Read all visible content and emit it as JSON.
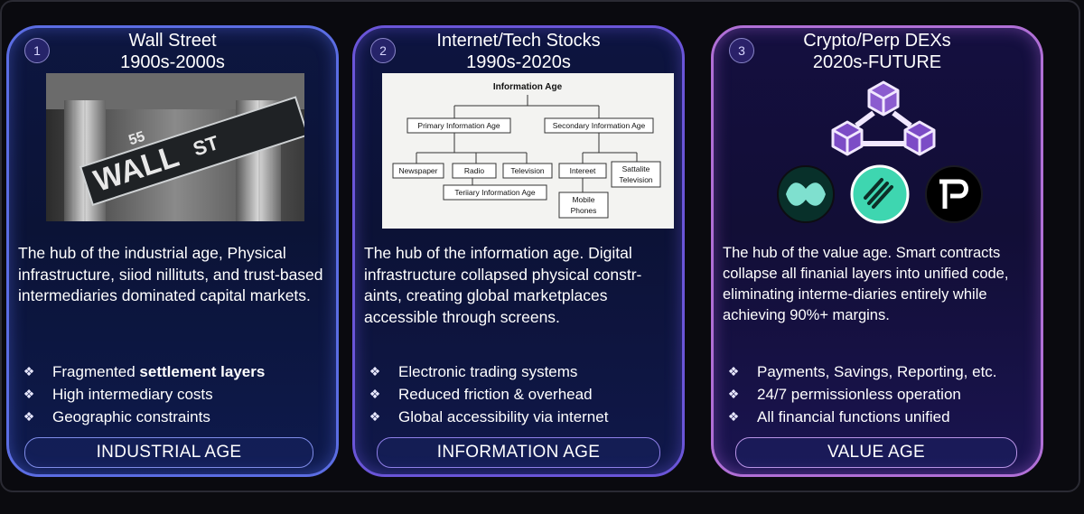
{
  "cards": [
    {
      "number": "1",
      "title_line1": "Wall Street",
      "title_line2": "1900s-2000s",
      "image_texts": [
        "WALL",
        "ST",
        "55"
      ],
      "description": "The hub of the industrial age, Physical infrastructure, siiod nillituts, and trust-based intermediaries dominated capital markets.",
      "bullets": [
        "Fragmented",
        "settlement layers",
        "High intermediary costs",
        "Geographic constraints"
      ],
      "label": "INDUSTRIAL AGE"
    },
    {
      "number": "2",
      "title_line1": "Internet/Tech Stocks",
      "title_line2": "1990s-2020s",
      "diagram": {
        "root": "Information Age",
        "primary": "Primary Information Age",
        "secondary": "Secondary Information Age",
        "newspaper": "Newspaper",
        "radio": "Radio",
        "television": "Television",
        "internet": "Intereet",
        "satellite1": "Sattalite",
        "satellite2": "Television",
        "tertiary": "Teriiary Information Age",
        "mobile1": "Mobile",
        "mobile2": "Phones"
      },
      "description": "The hub of the information age. Digital infrastructure collapsed physical constr-aints, creating global marketplaces accessible through screens.",
      "bullets": [
        "Electronic trading systems",
        "Reduced friction & overhead",
        "Global accessibility via internet"
      ],
      "label": "INFORMATION AGE"
    },
    {
      "number": "3",
      "title_line1": "Crypto/Perp DEXs",
      "title_line2": "2020s-FUTURE",
      "description": "The hub of the value age. Smart contracts collapse all finanial layers into unified code, eliminating interme-diaries entirely while achieving 90%+ margins.",
      "bullets": [
        "Payments, Savings, Reporting, etc.",
        "24/7 permissionless operation",
        "All financial functions unified"
      ],
      "label": "VALUE AGE"
    }
  ],
  "bullet_glyph": "❖",
  "colors": {
    "card1_border": "#5b6de3",
    "card2_border": "#6a55d8",
    "card3_border": "#b06fd6",
    "logo_teal": "#3ed6b0"
  }
}
